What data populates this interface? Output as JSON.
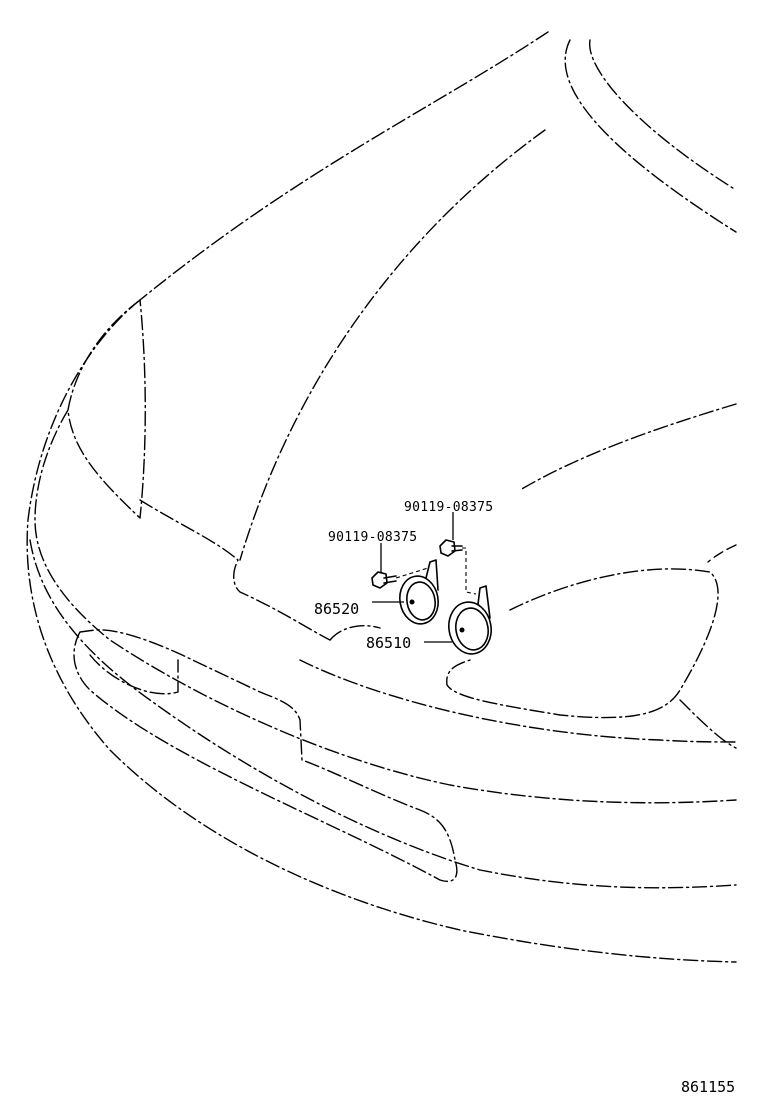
{
  "callouts": {
    "bolt_upper": "90119-08375",
    "bolt_lower": "90119-08375",
    "horn_low": "86520",
    "horn_high": "86510"
  },
  "diagram_id": "861155"
}
